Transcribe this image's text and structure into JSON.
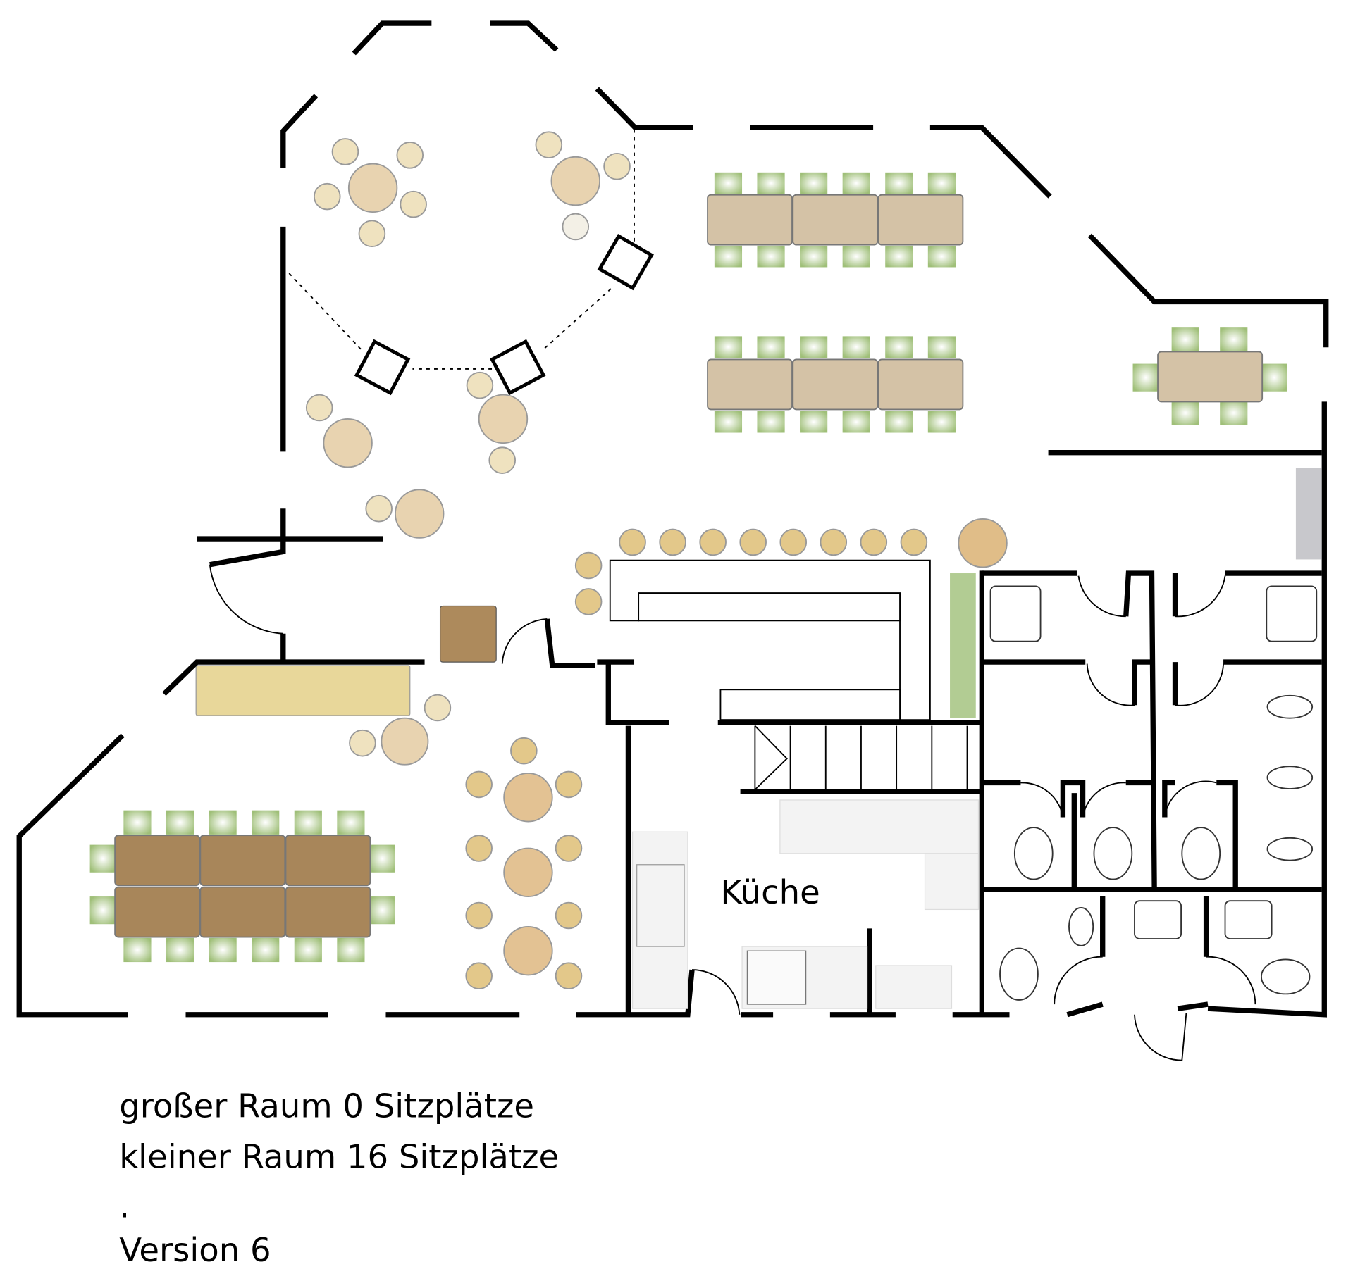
{
  "rooms": {
    "kitchen_label": "Küche"
  },
  "legend": {
    "line1": "großer Raum 0 Sitzplätze",
    "line2": "kleiner Raum 16 Sitzplätze",
    "line3": ".",
    "line4": "Version 6"
  },
  "colors": {
    "wall": "#000000",
    "table_light": "#d4c2a6",
    "table_dark": "#a8865a",
    "chair_green": "#9fbf78",
    "round_table": "#e8d3b0",
    "stool": "#e3c88a",
    "bench": "#e8d79a"
  }
}
